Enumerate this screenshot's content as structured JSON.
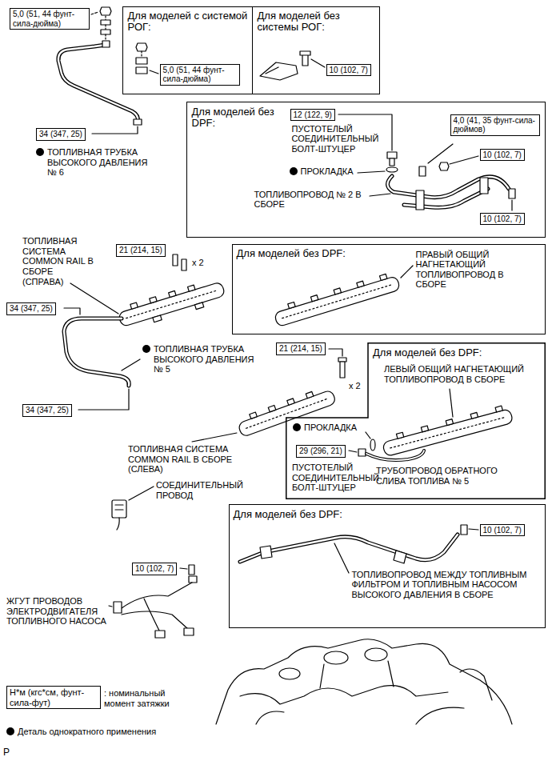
{
  "diagram": {
    "nodes": [
      {
        "text": [
          "5,0 (51, 44 фунт-сила-дюйма)"
        ]
      },
      {
        "text": [
          "Для моделей с системой РОГ:"
        ]
      },
      {
        "text": [
          "5,0 (51, 44 фунт-сила-дюйма)"
        ],
        "in": 1
      },
      {
        "text": [
          "Для моделей без системы РОГ:"
        ]
      },
      {
        "text": [
          "10 (102, 7)"
        ],
        "in": 3
      },
      {
        "text": [
          "Для моделей без DPF:",
          "ПУСТОТЕЛЫЙ СОЕДИНИТЕЛЬНЫЙ БОЛТ-ШТУЦЕР",
          "ПРОКЛАДКА",
          "ТОПЛИВОПРОВОД № 2 В СБОРЕ"
        ]
      },
      {
        "text": [
          "12 (122, 9)"
        ],
        "in": 5
      },
      {
        "text": [
          "4,0 (41, 35 фунт-сила-дюймов)"
        ],
        "in": 5
      },
      {
        "text": [
          "10 (102, 7)"
        ],
        "in": 5
      },
      {
        "text": [
          "10 (102, 7)"
        ],
        "in": 5
      },
      {
        "text": [
          "34 (347, 25)"
        ]
      },
      {
        "text": [
          "21 (214, 15)"
        ]
      },
      {
        "text": [
          "Для моделей без DPF:",
          "ПРАВЫЙ ОБЩИЙ НАГНЕТАЮЩИЙ ТОПЛИВОПРОВОД В СБОРЕ"
        ]
      },
      {
        "text": [
          "34 (347, 25)"
        ]
      },
      {
        "text": [
          "21 (214, 15)"
        ]
      },
      {
        "text": [
          "Для моделей без DPF:",
          "ЛЕВЫЙ ОБЩИЙ НАГНЕТАЮЩИЙ ТОПЛИВОПРОВОД В СБОРЕ",
          "ПРОКЛАДКА",
          "ПУСТОТЕЛЫЙ СОЕДИНИТЕЛЬНЫЙ БОЛТ-ШТУЦЕР",
          "ТРУБОПРОВОД ОБРАТНОГО СЛИВА ТОПЛИВА № 5"
        ]
      },
      {
        "text": [
          "29 (296, 21)"
        ],
        "in": 15
      },
      {
        "text": [
          "34 (347, 25)"
        ]
      },
      {
        "text": [
          "Для моделей без DPF:",
          "ТОПЛИВОПРОВОД МЕЖДУ ТОПЛИВНЫМ ФИЛЬТРОМ И ТОПЛИВНЫМ НАСОСОМ ВЫСОКОГО ДАВЛЕНИЯ В СБОРЕ"
        ]
      },
      {
        "text": [
          "10 (102, 7)"
        ],
        "in": 18
      },
      {
        "text": [
          "10 (102, 7)"
        ]
      },
      {
        "text": [
          "Н*м (кгс*см, фунт-сила-фут)"
        ]
      }
    ],
    "labels": [
      "ТОПЛИВНАЯ ТРУБКА ВЫСОКОГО ДАВЛЕНИЯ № 6",
      "ТОПЛИВНАЯ СИСТЕМА COMMON RAIL В СБОРЕ (СПРАВА)",
      "x 2",
      "ТОПЛИВНАЯ ТРУБКА ВЫСОКОГО ДАВЛЕНИЯ № 5",
      "x 2",
      "ТОПЛИВНАЯ СИСТЕМА COMMON RAIL В СБОРЕ (СЛЕВА)",
      "СОЕДИНИТЕЛЬНЫЙ ПРОВОД",
      "ЖГУТ ПРОВОДОВ ЭЛЕКТРОДВИГАТЕЛЯ ТОПЛИВНОГО НАСОСА",
      "P"
    ],
    "legend": [
      {
        "text": ": номинальный момент затяжки"
      },
      {
        "text": "Деталь однократного применения"
      }
    ]
  }
}
